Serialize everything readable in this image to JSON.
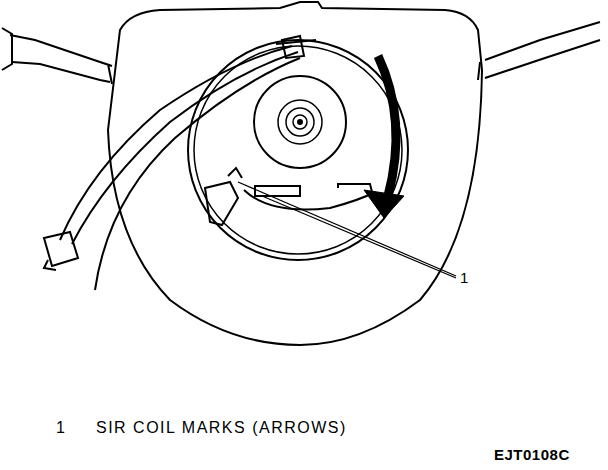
{
  "diagram": {
    "labels": [
      "1",
      "1",
      "SIR COIL MARKS (ARROWS)",
      "EJT0108C"
    ]
  }
}
